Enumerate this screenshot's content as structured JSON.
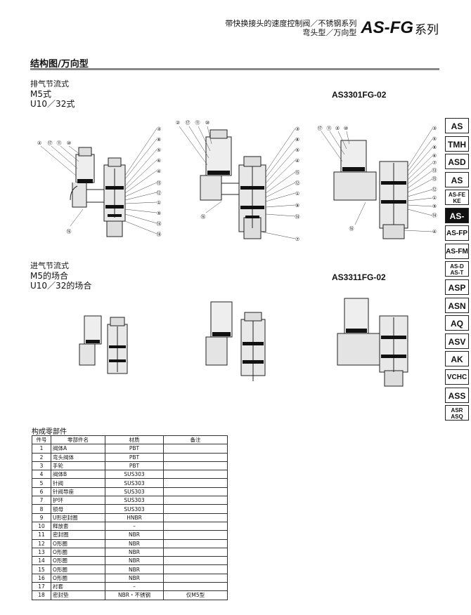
{
  "header": {
    "line1": "带快换接头的速度控制阀／不锈钢系列",
    "line2": "弯头型／万向型",
    "brand": "AS-FG",
    "series": "系列"
  },
  "section_title": "结构图/万向型",
  "exhaust_block": {
    "line1": "排气节流式",
    "line2": "M5式",
    "line3": "U10／32式",
    "model": "AS3301FG-02"
  },
  "intake_block": {
    "line1": "进气节流式",
    "line2": "M5的场合",
    "line3": "U10／32的场合",
    "model": "AS3311FG-02"
  },
  "side_tabs": [
    "AS",
    "TMH",
    "ASD",
    "AS",
    "AS-FE KE",
    "AS-FG",
    "AS-FP",
    "AS-FM",
    "AS-D AS-T",
    "ASP",
    "ASN",
    "AQ",
    "ASV",
    "AK",
    "VCHC",
    "ASS",
    "ASR ASQ"
  ],
  "active_tab": "AS-FG",
  "parts": {
    "title": "构成零部件",
    "headers": [
      "件号",
      "零部件名",
      "材质",
      "备注"
    ],
    "rows": [
      [
        "1",
        "阀体A",
        "PBT",
        ""
      ],
      [
        "2",
        "弯头阀体",
        "PBT",
        ""
      ],
      [
        "3",
        "手轮",
        "PBT",
        ""
      ],
      [
        "4",
        "阀体B",
        "SUS303",
        ""
      ],
      [
        "5",
        "针阀",
        "SUS303",
        ""
      ],
      [
        "6",
        "针阀导座",
        "SUS303",
        ""
      ],
      [
        "7",
        "护环",
        "SUS303",
        ""
      ],
      [
        "8",
        "锁母",
        "SUS303",
        ""
      ],
      [
        "9",
        "U形密封圈",
        "HNBR",
        ""
      ],
      [
        "10",
        "释放套",
        "–",
        ""
      ],
      [
        "11",
        "密封圈",
        "NBR",
        ""
      ],
      [
        "12",
        "O形圈",
        "NBR",
        ""
      ],
      [
        "13",
        "O形圈",
        "NBR",
        ""
      ],
      [
        "14",
        "O形圈",
        "NBR",
        ""
      ],
      [
        "15",
        "O形圈",
        "NBR",
        ""
      ],
      [
        "16",
        "O形圈",
        "NBR",
        ""
      ],
      [
        "17",
        "衬套",
        "–",
        ""
      ],
      [
        "18",
        "密封垫",
        "NBR・不锈钢",
        "仅M5型"
      ]
    ]
  },
  "callouts": {
    "d1": [
      "③",
      "⑧",
      "⑤",
      "⑥",
      "④",
      "⑮",
      "⑫",
      "①",
      "⑨",
      "⑭",
      "⑱",
      "②",
      "⑰",
      "⑪",
      "⑩",
      "⑯"
    ],
    "d2": [
      "②",
      "⑰",
      "⑪",
      "⑩",
      "③",
      "⑧",
      "⑤",
      "④",
      "⑮",
      "⑫",
      "①",
      "⑨",
      "⑭",
      "⑦",
      "⑯"
    ],
    "d3": [
      "⑰",
      "⑪",
      "②",
      "⑩",
      "③",
      "⑤",
      "⑧",
      "⑥",
      "⑦",
      "⑬",
      "⑮",
      "⑫",
      "①",
      "⑨",
      "⑭",
      "④",
      "⑯"
    ]
  }
}
